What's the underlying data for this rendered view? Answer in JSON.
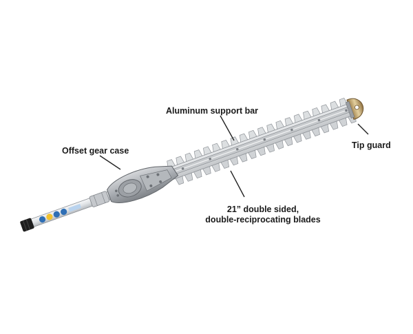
{
  "callouts": {
    "support_bar": "Aluminum support bar",
    "gear_case": "Offset gear case",
    "tip_guard": "Tip guard",
    "blades_line1": "21” double sided,",
    "blades_line2": "double-reciprocating blades"
  },
  "colors": {
    "background": "#ffffff",
    "text": "#1a1a1a",
    "leader": "#222222",
    "blade": "#d4d6d8",
    "bar": "#b9bcc0",
    "shaft": "#e4e6e8",
    "gearcase": "#a9acb0",
    "tip": "#1e1e1e"
  }
}
